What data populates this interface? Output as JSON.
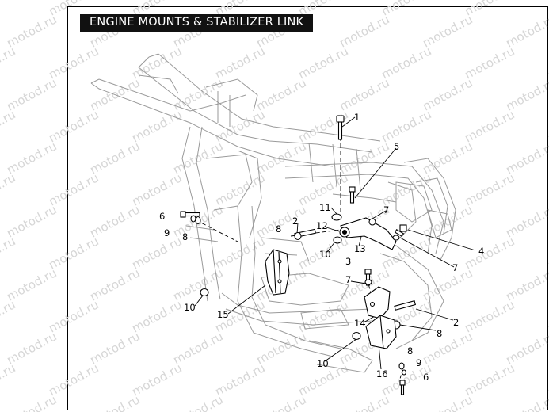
{
  "header": {
    "title": "ENGINE MOUNTS & STABILIZER LINK"
  },
  "watermark": "motod.ru",
  "callouts": [
    "1",
    "5",
    "11",
    "7",
    "12",
    "2",
    "8",
    "6",
    "9",
    "8",
    "10",
    "13",
    "4",
    "7",
    "3",
    "7",
    "10",
    "15",
    "14",
    "2",
    "8",
    "10",
    "16",
    "8",
    "9",
    "6"
  ]
}
